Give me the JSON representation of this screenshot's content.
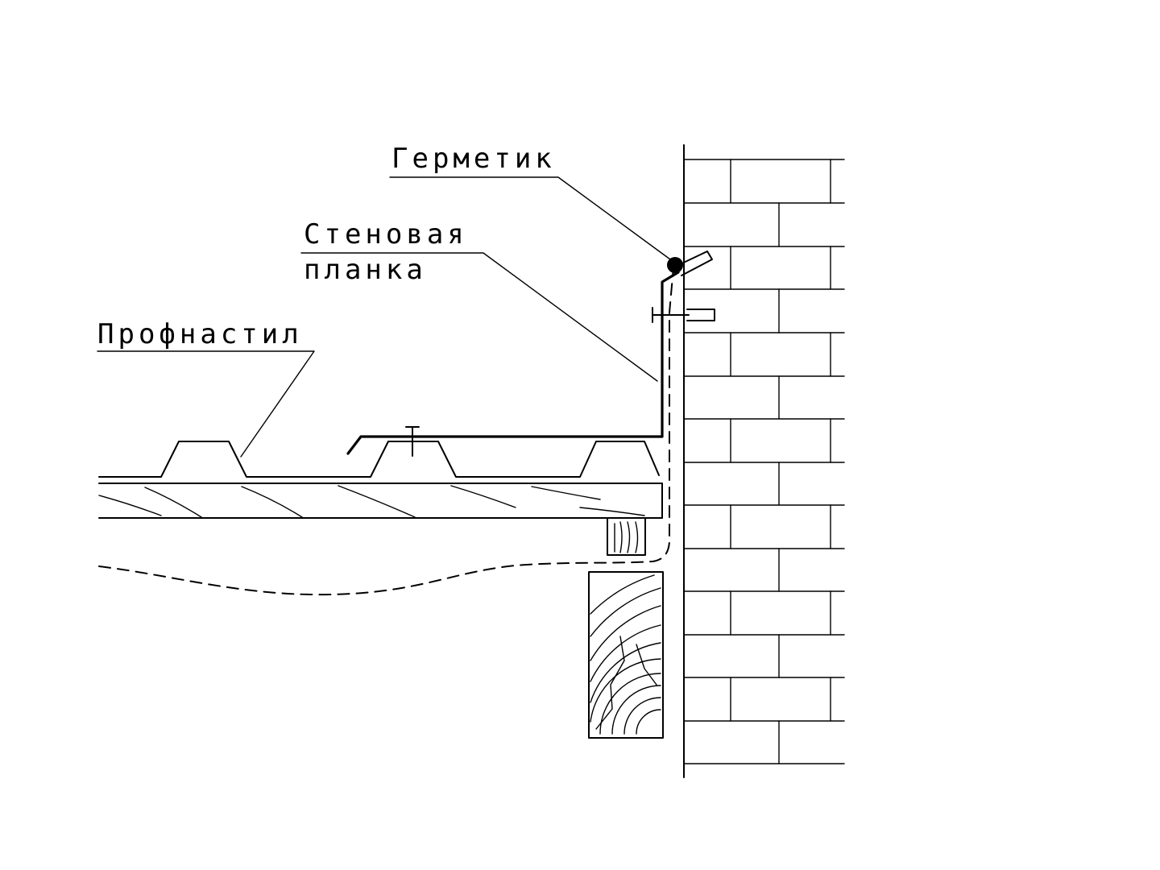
{
  "labels": {
    "sealant": "Герметик",
    "wall_strip_line1": "Стеновая",
    "wall_strip_line2": "планка",
    "profiled_sheet": "Профнастил"
  },
  "colors": {
    "line": "#000000",
    "background": "#ffffff"
  }
}
